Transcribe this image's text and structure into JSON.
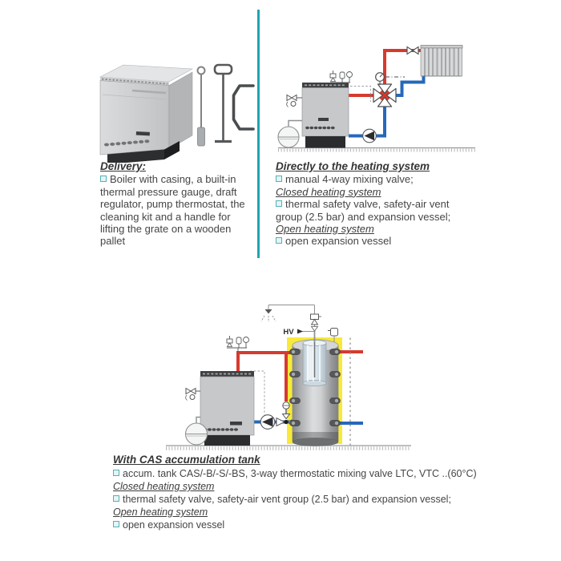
{
  "colors": {
    "divider_teal": "#23a4b4",
    "bullet_teal": "#53b2b6",
    "pipe_hot_red": "#d63a2e",
    "pipe_cold_blue": "#2668ba",
    "tank_highlight_yellow": "#f8e93a"
  },
  "sections": {
    "delivery": {
      "heading": "Delivery:",
      "bullet": "Boiler with casing, a built-in thermal pressure gauge, draft regulator, pump thermostat, the cleaning kit and a handle for lifting the grate on a wooden pallet"
    },
    "direct": {
      "heading": "Directly to the heating system",
      "bullet1": "manual 4-way mixing valve;",
      "sub1": "Closed heating system",
      "bullet2": "thermal safety valve, safety-air vent group (2.5 bar) and expansion vessel;",
      "sub2": "Open heating system",
      "bullet3": "open expansion vessel"
    },
    "cas": {
      "heading": "With CAS accumulation tank",
      "bullet1": "accum. tank CAS/-B/-S/-BS, 3-way thermostatic mixing valve LTC, VTC ..(60°C)",
      "sub1": "Closed heating system",
      "bullet2": "thermal safety valve, safety-air vent group (2.5 bar) and expansion vessel;",
      "sub2": "Open heating system",
      "bullet3": "open expansion vessel"
    }
  },
  "diagram": {
    "hv_label": "HV"
  }
}
